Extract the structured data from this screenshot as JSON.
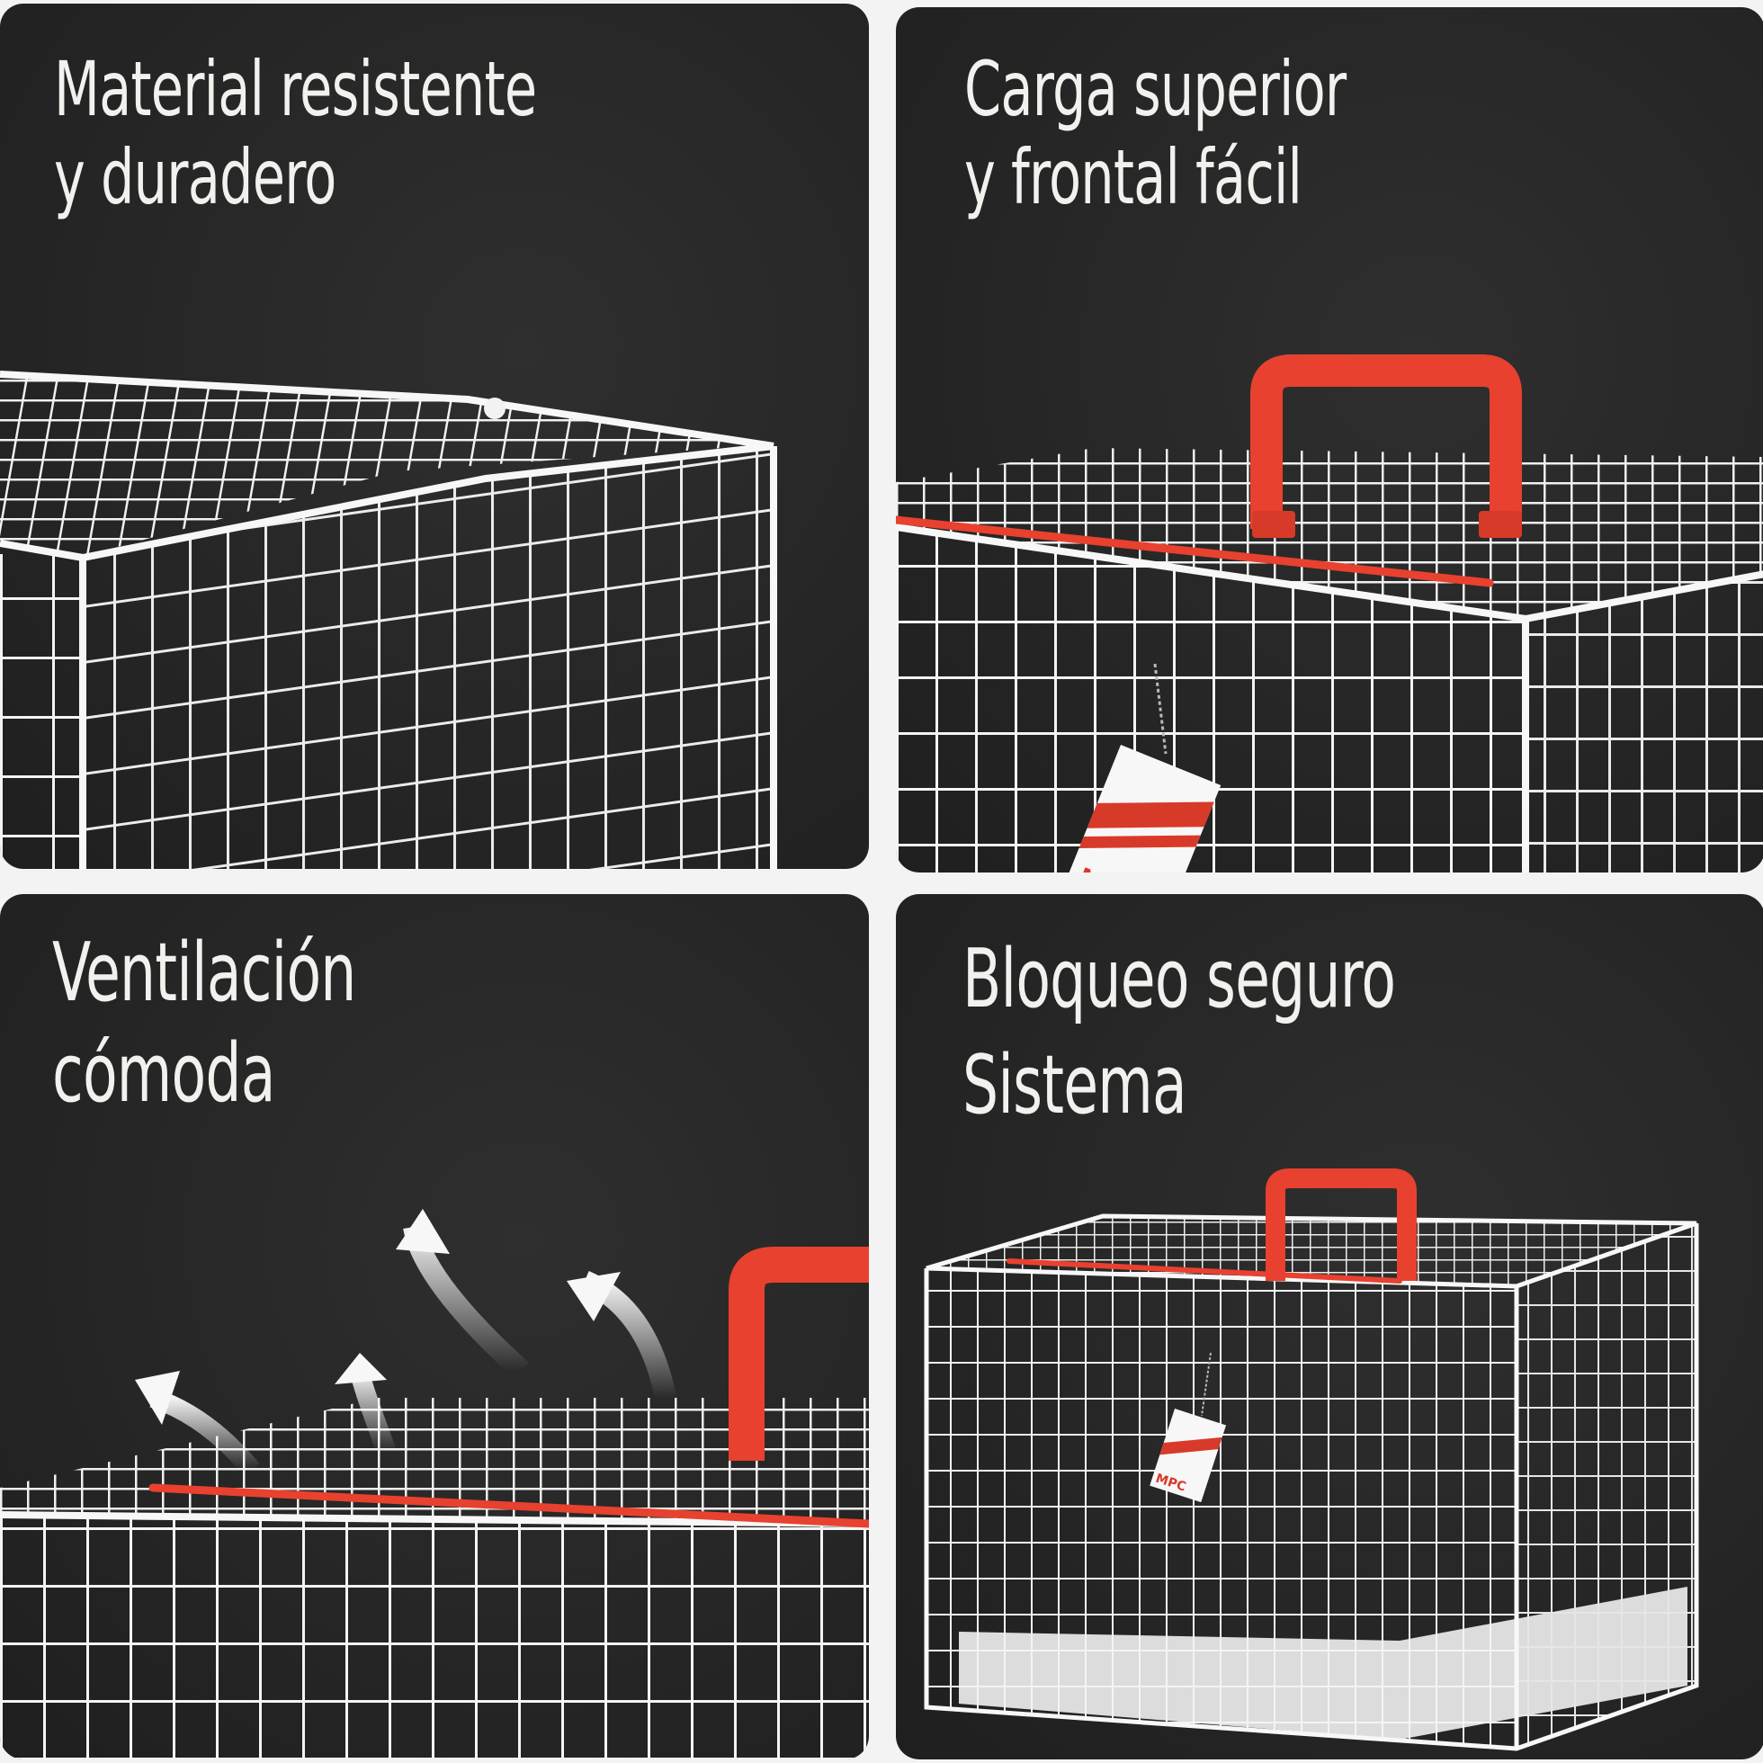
{
  "panels": [
    {
      "caption_line1": "Material resistente",
      "caption_line2": "y duradero"
    },
    {
      "caption_line1": "Carga superior",
      "caption_line2": "y frontal fácil"
    },
    {
      "caption_line1": "Ventilación",
      "caption_line2": "cómoda"
    },
    {
      "caption_line1": "Bloqueo seguro",
      "caption_line2": "Sistema"
    }
  ],
  "tag": {
    "brand": "MPC"
  },
  "colors": {
    "wire": "#f4f4f4",
    "handle": "#e8412f",
    "background": "#262626"
  }
}
